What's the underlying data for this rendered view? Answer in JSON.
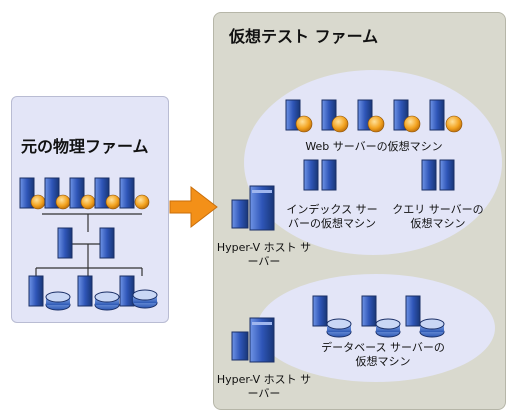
{
  "physical_farm": {
    "title": "元の物理ファーム"
  },
  "virtual_farm": {
    "title": "仮想テスト ファーム",
    "web_vms_label": "Web サーバーの仮想マシン",
    "index_vm_label": "インデックス サーバーの仮想マシン",
    "query_vm_label": "クエリ サーバーの仮想マシン",
    "db_vm_label": "データベース サーバーの仮想マシン",
    "host1_label": "Hyper-V ホスト サーバー",
    "host2_label": "Hyper-V ホスト サーバー"
  },
  "colors": {
    "server_blue": "#2f56b8",
    "arrow_orange": "#f39018",
    "globe_orange": "#f3a320",
    "ellipse_fill": "#e3e5f7",
    "panel_gray": "#d9d9ce"
  }
}
